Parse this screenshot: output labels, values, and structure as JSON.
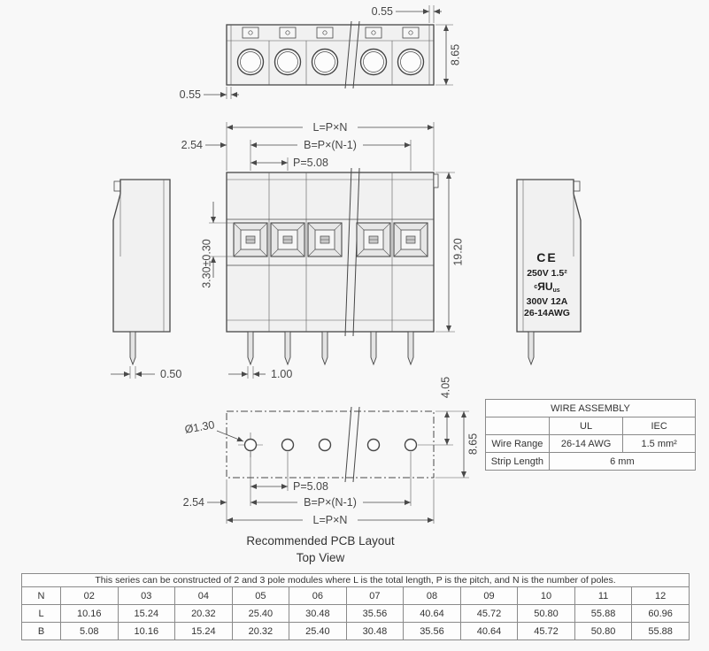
{
  "drawing": {
    "top_view": {
      "dim_gap_top": "0.55",
      "dim_height": "8.65",
      "dim_gap_bottom": "0.55"
    },
    "front_view": {
      "dim_total": "L=P×N",
      "dim_between": "B=P×(N-1)",
      "dim_pitch": "P=5.08",
      "dim_offset": "2.54",
      "dim_opening": "3.30±0.30",
      "dim_body_height": "19.20",
      "dim_pin_thickness": "0.50",
      "dim_pin_width": "1.00"
    },
    "side_view": {
      "ce_mark": "CE",
      "rating_line1": "250V 1.5²",
      "ul_small_left": "c",
      "ul_mark": "ЯU",
      "ul_small_right": "us",
      "rating_line2": "300V 12A",
      "rating_line3": "26-14AWG"
    },
    "pcb": {
      "dim_hole": "Ø1.30",
      "dim_pitch": "P=5.08",
      "dim_between": "B=P×(N-1)",
      "dim_total": "L=P×N",
      "dim_offset": "2.54",
      "dim_height": "8.65",
      "dim_hole_offset": "4.05",
      "caption_line1": "Recommended PCB Layout",
      "caption_line2": "Top View"
    }
  },
  "wire_assembly": {
    "title": "WIRE ASSEMBLY",
    "col_ul": "UL",
    "col_iec": "IEC",
    "row_wire_range": "Wire Range",
    "wire_range_ul": "26-14 AWG",
    "wire_range_iec": "1.5 mm²",
    "row_strip_length": "Strip Length",
    "strip_length_value": "6 mm"
  },
  "dims_table": {
    "note": "This series can be constructed of 2 and 3 pole modules where L is the total length, P is the pitch, and N is the number of poles.",
    "rows": [
      {
        "label": "N",
        "values": [
          "02",
          "03",
          "04",
          "05",
          "06",
          "07",
          "08",
          "09",
          "10",
          "11",
          "12"
        ]
      },
      {
        "label": "L",
        "values": [
          "10.16",
          "15.24",
          "20.32",
          "25.40",
          "30.48",
          "35.56",
          "40.64",
          "45.72",
          "50.80",
          "55.88",
          "60.96"
        ]
      },
      {
        "label": "B",
        "values": [
          "5.08",
          "10.16",
          "15.24",
          "20.32",
          "25.40",
          "30.48",
          "35.56",
          "40.64",
          "45.72",
          "50.80",
          "55.88"
        ]
      }
    ]
  }
}
